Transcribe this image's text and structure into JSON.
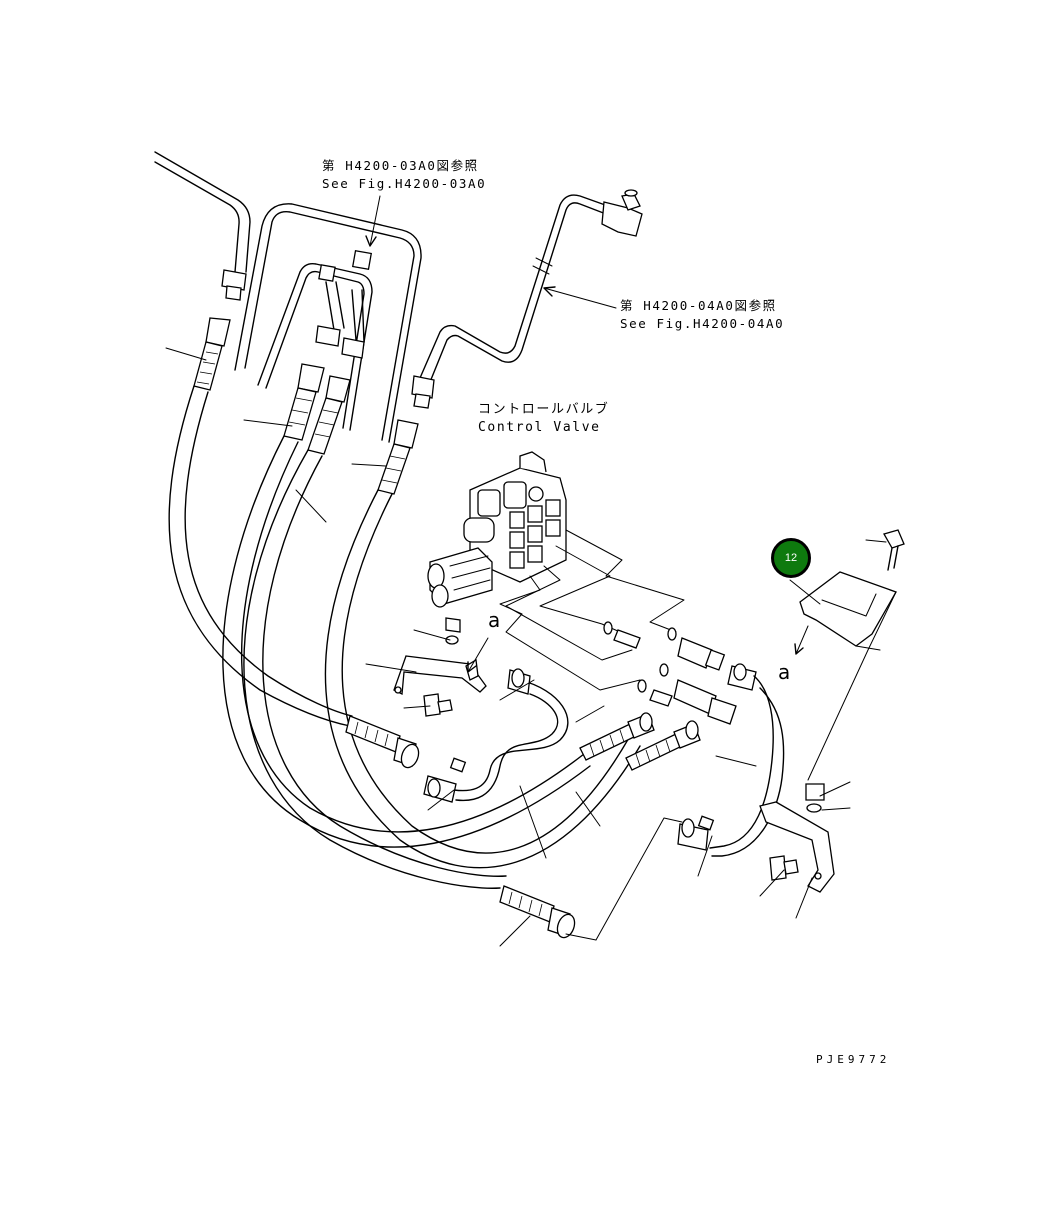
{
  "references": {
    "top": {
      "jp": "第 H4200-03A0図参照",
      "en": "See Fig.H4200-03A0"
    },
    "right": {
      "jp": "第 H4200-04A0図参照",
      "en": "See Fig.H4200-04A0"
    }
  },
  "control_valve": {
    "jp": "コントロールバルブ",
    "en": "Control Valve"
  },
  "markers": {
    "a_left": "a",
    "a_right": "a"
  },
  "callouts": [
    {
      "number": "12",
      "color": "#0e7a0e"
    }
  ],
  "sheet_id": "PJE9772"
}
